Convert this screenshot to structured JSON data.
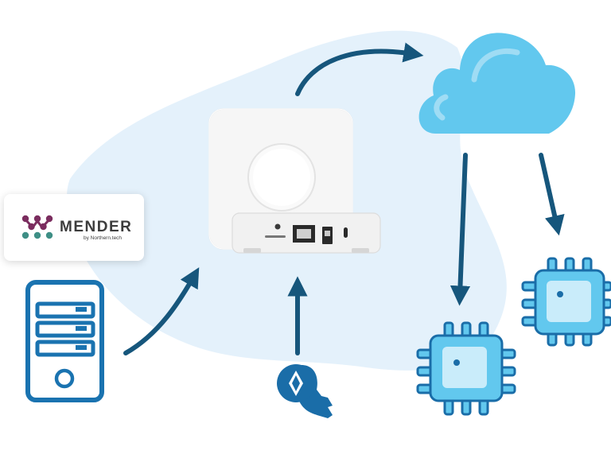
{
  "brand": {
    "name": "MENDER",
    "byline": "by Northern.tech",
    "logo_colors": [
      "#7b2d5f",
      "#3f8f86"
    ]
  },
  "colors": {
    "background_blob": "#e4f1fb",
    "arrow": "#16567c",
    "server_outline": "#1a73b0",
    "cloud_fill": "#62c8ee",
    "cloud_highlight": "#9fdcf4",
    "chip_fill": "#62c8ee",
    "chip_inner": "#c9ecfa",
    "chip_stroke": "#1a6da8",
    "key_fill": "#1a6da8",
    "gateway_body": "#f6f6f6"
  },
  "icons": [
    "server-icon",
    "gateway-device",
    "cloud-icon",
    "chip-icon",
    "key-icon",
    "arrow-icon"
  ]
}
